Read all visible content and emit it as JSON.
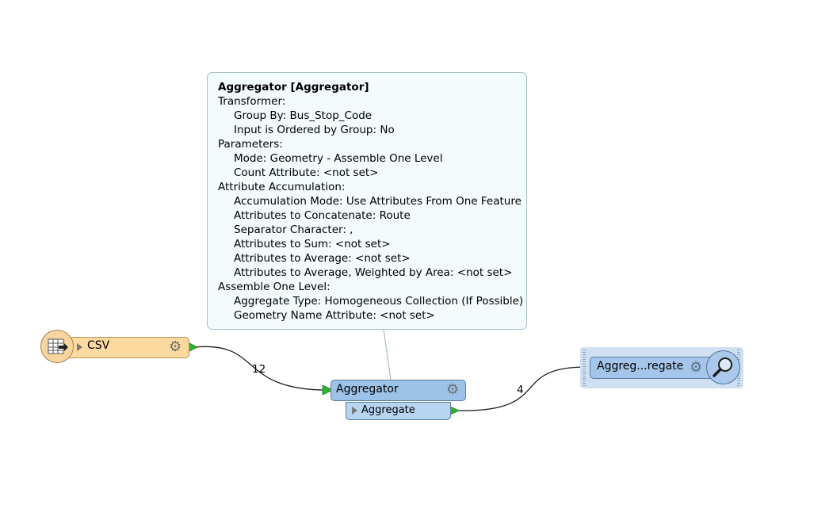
{
  "tooltip": {
    "title": "Aggregator [Aggregator]",
    "lines": [
      {
        "text": "Transformer:",
        "indent": false
      },
      {
        "text": "Group By: Bus_Stop_Code",
        "indent": true
      },
      {
        "text": "Input is Ordered by Group: No",
        "indent": true
      },
      {
        "text": "Parameters:",
        "indent": false
      },
      {
        "text": "Mode: Geometry - Assemble One Level",
        "indent": true
      },
      {
        "text": "Count Attribute: <not set>",
        "indent": true
      },
      {
        "text": "Attribute Accumulation:",
        "indent": false
      },
      {
        "text": "Accumulation Mode: Use Attributes From One Feature",
        "indent": true
      },
      {
        "text": "Attributes to Concatenate: Route",
        "indent": true
      },
      {
        "text": "Separator Character: ,",
        "indent": true
      },
      {
        "text": "Attributes to Sum: <not set>",
        "indent": true
      },
      {
        "text": "Attributes to Average: <not set>",
        "indent": true
      },
      {
        "text": "Attributes to Average, Weighted by Area: <not set>",
        "indent": true
      },
      {
        "text": "Assemble One Level:",
        "indent": false
      },
      {
        "text": "Aggregate Type: Homogeneous Collection (If Possible)",
        "indent": true
      },
      {
        "text": "Geometry Name Attribute: <not set>",
        "indent": true
      }
    ]
  },
  "reader": {
    "label": "CSV",
    "icon": "csv-table-icon"
  },
  "transformer": {
    "label": "Aggregator",
    "output_port": "Aggregate",
    "icon": "gear-icon"
  },
  "inspector": {
    "label": "Aggreg...regate",
    "icon": "magnifier-icon"
  },
  "connections": {
    "csv_to_aggregator": "12",
    "aggregator_to_inspector": "4"
  },
  "colors": {
    "reader": "#fcd99e",
    "transformer": "#9cc2e8",
    "port": "#2db52d",
    "tooltip_bg": "#f4fbfd"
  }
}
